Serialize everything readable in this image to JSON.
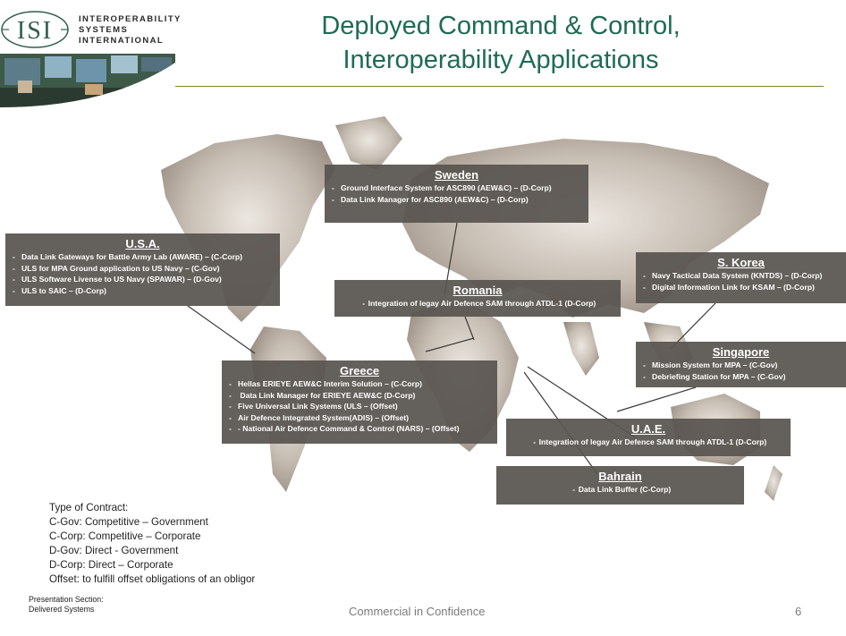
{
  "header": {
    "logo_mark": "ISI",
    "logo_lines": [
      "INTEROPERABILITY",
      "SYSTEMS",
      "INTERNATIONAL"
    ],
    "title_line1": "Deployed Command & Control,",
    "title_line2": "Interoperability Applications"
  },
  "boxes": {
    "sweden": {
      "title": "Sweden",
      "items": [
        "Ground Interface System for ASC890 (AEW&C) – (D-Corp)",
        "Data Link Manager for ASC890 (AEW&C) – (D-Corp)"
      ]
    },
    "usa": {
      "title": "U.S.A.",
      "items": [
        "Data Link Gateways for Battle Army Lab (AWARE) – (C-Corp)",
        "ULS for MPA Ground application to US Navy – (C-Gov)",
        "ULS Software Livense to US Navy (SPAWAR) – (D-Gov)",
        "ULS to SAIC – (D-Corp)"
      ]
    },
    "romania": {
      "title": "Romania",
      "items": [
        "Integration of legay Air Defence SAM through ATDL-1  (D-Corp)"
      ]
    },
    "skorea": {
      "title": "S. Korea",
      "items": [
        "Navy Tactical Data System (KNTDS) – (D-Corp)",
        "Digital Information Link for KSAM – (D-Corp)"
      ]
    },
    "singapore": {
      "title": "Singapore",
      "items": [
        "Mission System for MPA – (C-Gov)",
        "Debriefing Station for MPA – (C-Gov)"
      ]
    },
    "greece": {
      "title": "Greece",
      "items": [
        "Hellas ERIEYE AEW&C Interim Solution – (C-Corp)",
        " Data Link Manager for ERIEYE AEW&C (D-Corp)",
        "Five Universal Link Systems (ULS – (Offset)",
        "Air Defence Integrated System(ADIS) – (Offset)",
        "- National Air Defence Command & Control (NARS) – (Offset)"
      ]
    },
    "uae": {
      "title": "U.A.E.",
      "items": [
        "Integration of legay Air Defence SAM through ATDL-1 (D-Corp)"
      ]
    },
    "bahrain": {
      "title": "Bahrain",
      "items": [
        "Data Link Buffer (C-Corp)"
      ]
    }
  },
  "legend": {
    "heading": "Type of Contract:",
    "lines": [
      "C-Gov:  Competitive – Government",
      "C-Corp: Competitive – Corporate",
      "D-Gov:  Direct - Government",
      "D-Corp: Direct – Corporate",
      "Offset:   to fulfill offset obligations of an obligor"
    ]
  },
  "footer": {
    "section_line1": "Presentation Section:",
    "section_line2": "Delivered Systems",
    "confidentiality": "Commercial in Confidence",
    "page_number": "6"
  },
  "colors": {
    "title": "#1f6b55",
    "rule": "#6f8a2a",
    "box_bg": "#585450",
    "map_land": "#b7aea4"
  }
}
